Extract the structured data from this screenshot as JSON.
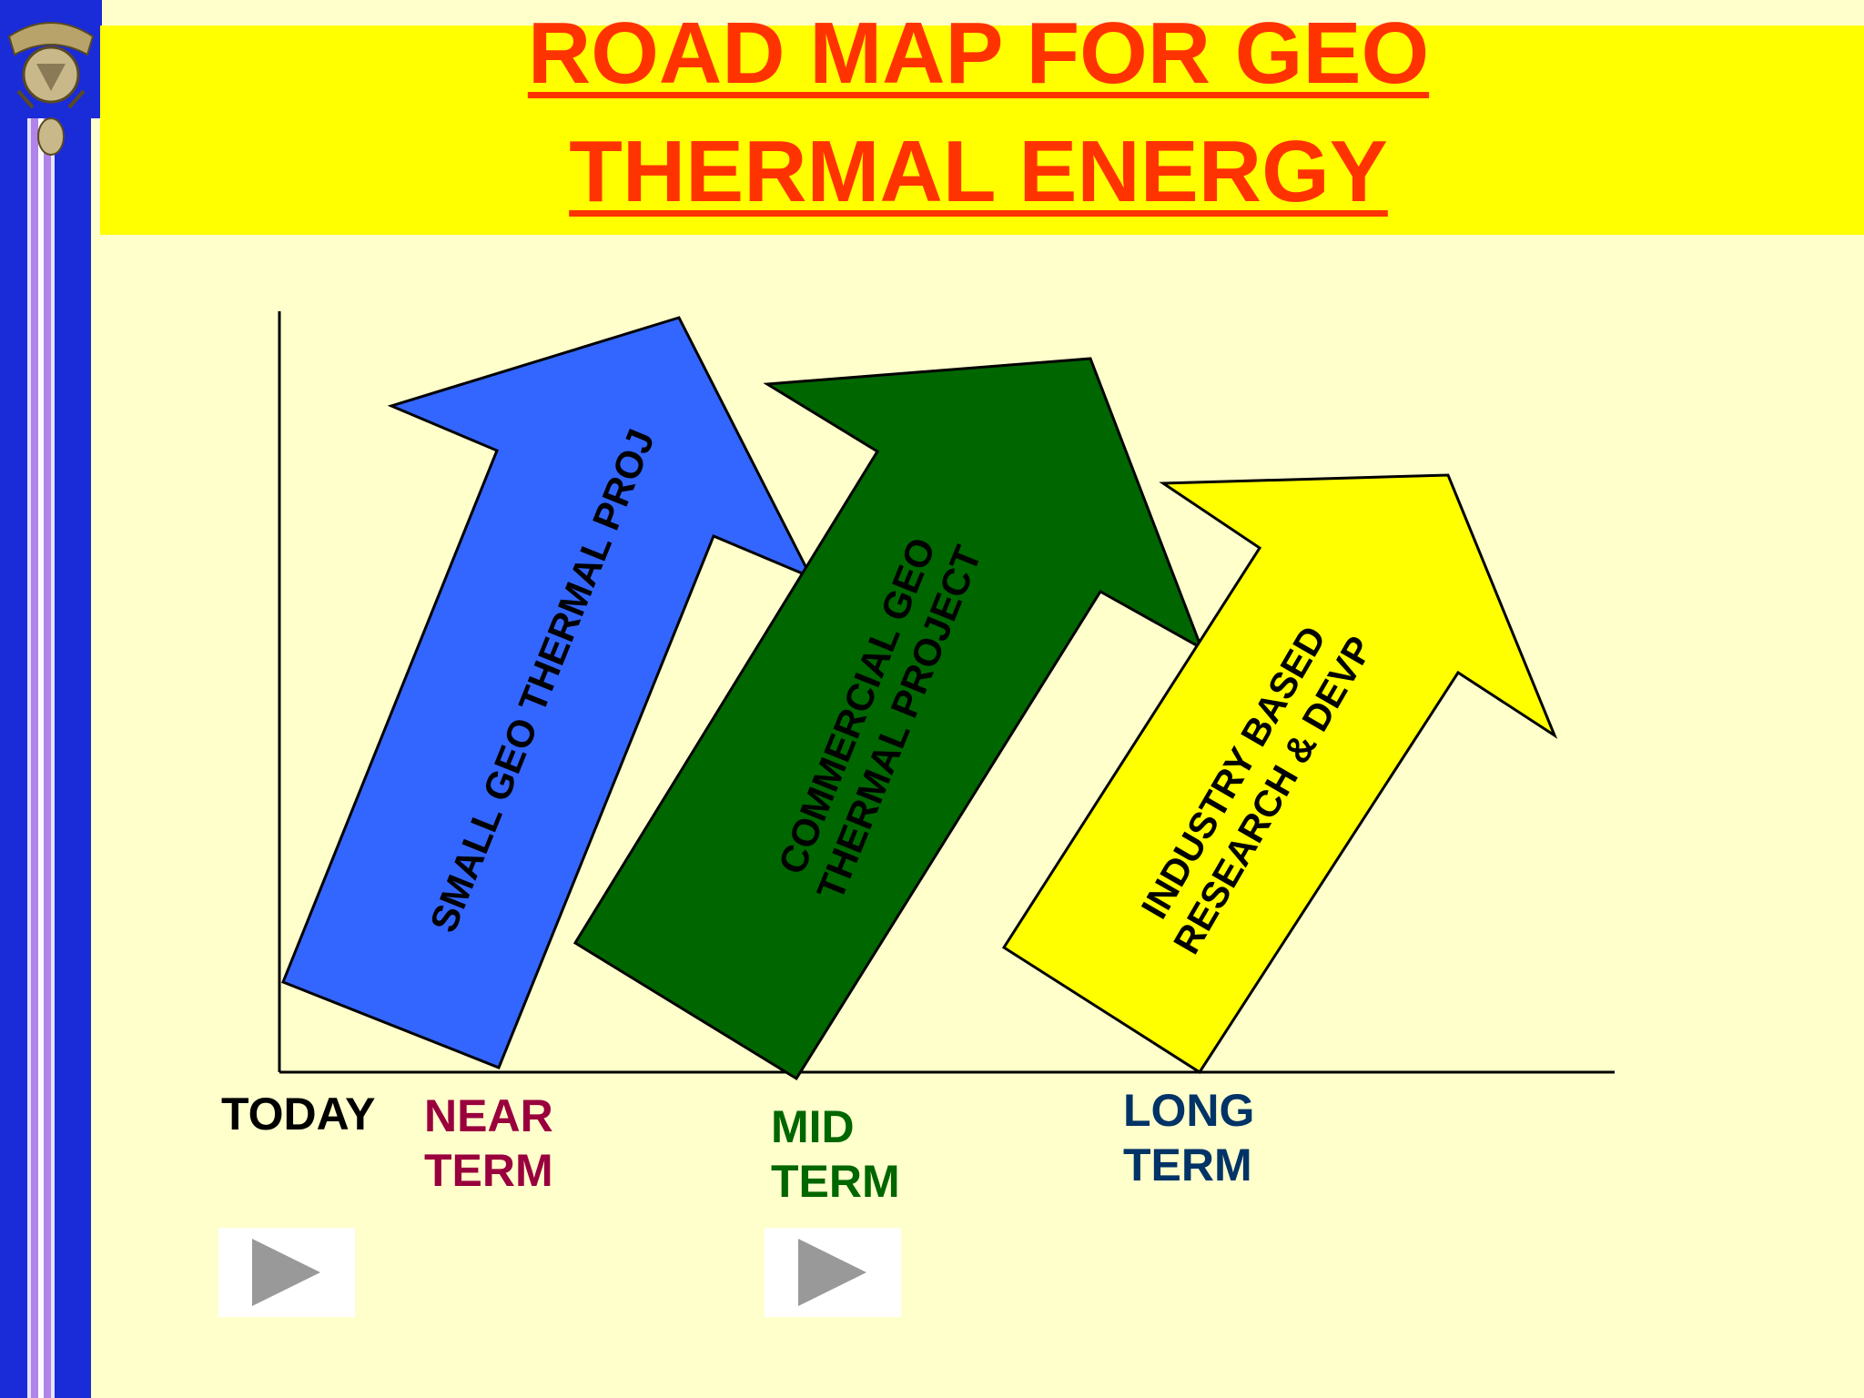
{
  "title": {
    "line1": "ROAD MAP FOR GEO",
    "line2": "THERMAL ENERGY"
  },
  "arrows": [
    {
      "lines": [
        "SMALL GEO THERMAL PROJ"
      ],
      "fill": "#3366ff"
    },
    {
      "lines": [
        "COMMERCIAL GEO",
        "THERMAL PROJECT"
      ],
      "fill": "#006600"
    },
    {
      "lines": [
        "INDUSTRY BASED",
        "RESEARCH & DEVP"
      ],
      "fill": "#ffff00"
    }
  ],
  "timeline": {
    "today": "TODAY",
    "near": [
      "NEAR",
      "TERM"
    ],
    "mid": [
      "MID",
      "TERM"
    ],
    "long": [
      "LONG",
      "TERM"
    ]
  },
  "colors": {
    "title_text": "#ff3300",
    "title_band": "#ffff00",
    "background": "#ffffcc",
    "near_term": "#99003d",
    "mid_term": "#006600",
    "long_term": "#003366",
    "sidebar": "#1a2bd8"
  },
  "icons": {
    "emblem": "crest-emblem-icon",
    "nav_button": "play-triangle-icon"
  }
}
